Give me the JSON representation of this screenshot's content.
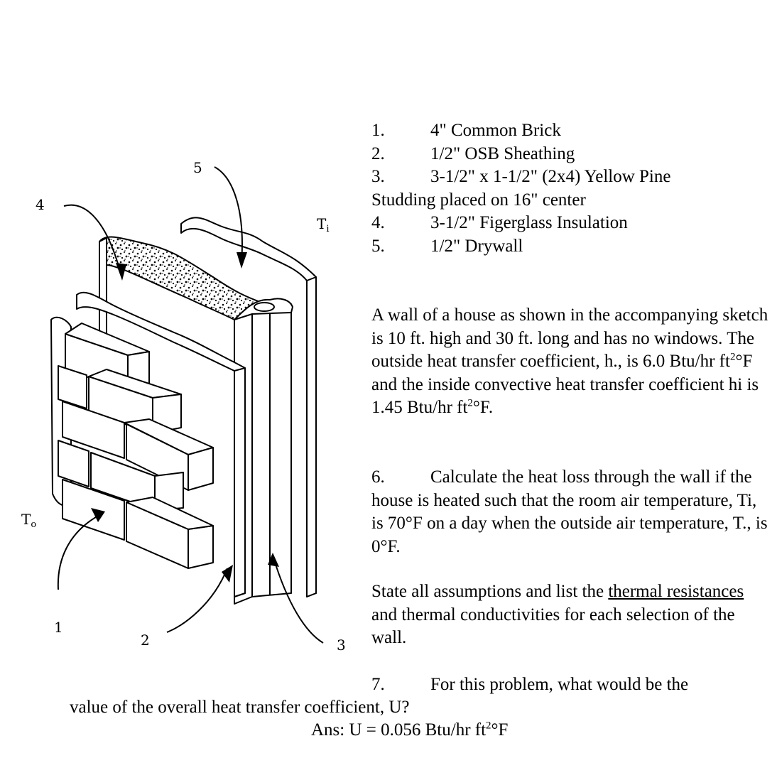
{
  "figure": {
    "labels": {
      "one": "1",
      "two": "2",
      "three": "3",
      "four": "4",
      "five": "5",
      "t_outside": "T",
      "t_outside_sub": "o",
      "t_inside": "T",
      "t_inside_sub": "i"
    }
  },
  "components": [
    {
      "num": "1.",
      "text": "4\" Common Brick"
    },
    {
      "num": "2.",
      "text": "1/2\" OSB Sheathing"
    },
    {
      "num": "3.",
      "text": "3-1/2\" x 1-1/2\" (2x4) Yellow Pine"
    },
    {
      "num": "",
      "text": "Studding placed on 16\" center"
    },
    {
      "num": "4.",
      "text": "3-1/2\" Figerglass Insulation"
    },
    {
      "num": "5.",
      "text": "1/2\" Drywall"
    }
  ],
  "problem": {
    "intro_a": "A wall of a house as shown in the accompanying sketch is 10 ft. high and 30 ft. long and has no windows. The outside heat transfer coefficient, h., is 6.0 Btu/hr ft",
    "intro_b": "°F and the inside convective heat transfer coefficient hi is 1.45 Btu/hr ft",
    "intro_c": "°F.",
    "sup": "2",
    "q6_num": "6.",
    "q6_text": "Calculate the heat loss through the wall if the house is heated such that the room air temperature, Ti, is 70°F on a day when the outside air temperature, T., is 0°F.",
    "state_a": "State all assumptions and list the ",
    "state_ul": "thermal resistances ",
    "state_b": "and thermal conductivities for each selection of the wall.",
    "q7_num": "7.",
    "q7_text_a": "For this problem, what would be the",
    "q7_text_b": "value of the overall heat transfer coefficient, U?",
    "ans_a": "Ans: U = 0.056 Btu/hr ft",
    "ans_b": "°F"
  }
}
